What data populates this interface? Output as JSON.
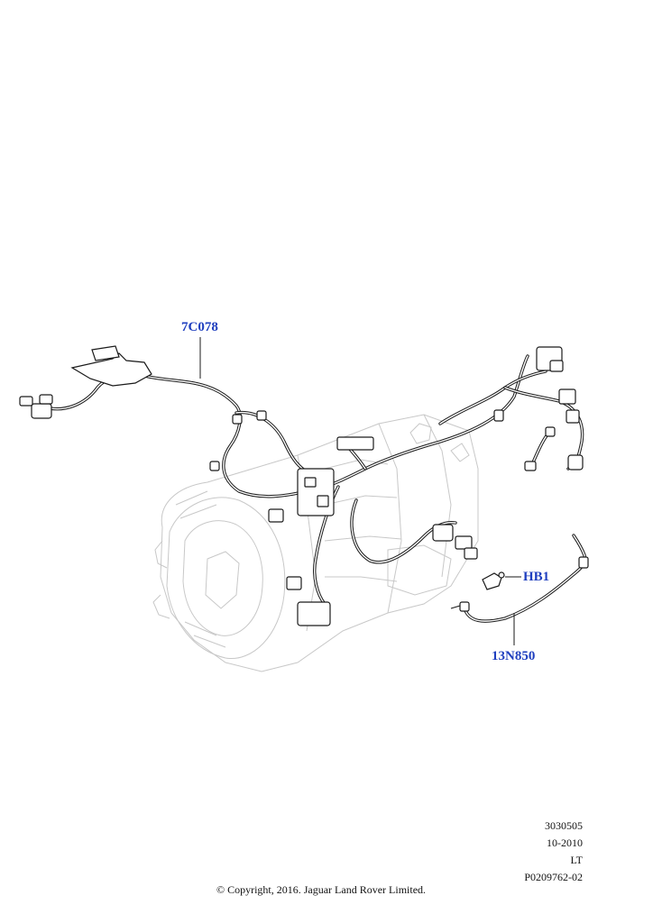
{
  "callouts": {
    "harness": "7C078",
    "sensor": "HB1",
    "cable": "13N850"
  },
  "info": {
    "code": "3030505",
    "date": "10-2010",
    "model": "LT",
    "ref": "P0209762-02"
  },
  "copyright": "© Copyright, 2016. Jaguar Land Rover Limited.",
  "colors": {
    "callout": "#1f3fbf",
    "line": "#1a1a1a",
    "ghost": "#c8c8c8"
  }
}
